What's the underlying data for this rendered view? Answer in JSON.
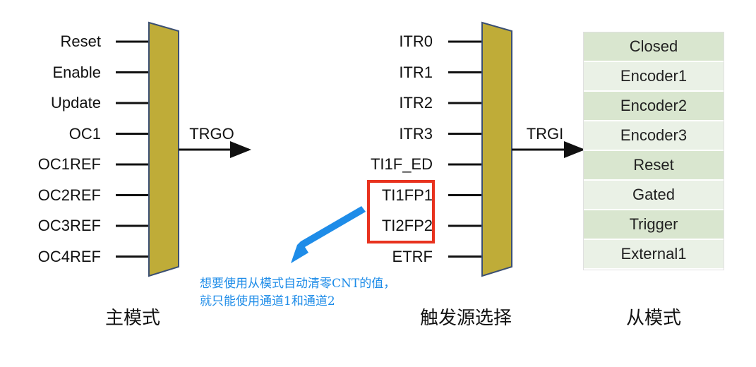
{
  "colors": {
    "mux_fill": "#bfac38",
    "mux_stroke": "#3b4f73",
    "highlight": "#e8321e",
    "annotation": "#1e8ce8",
    "mode_odd": "#d9e6cf",
    "mode_even": "#eaf1e6"
  },
  "master": {
    "inputs": [
      "Reset",
      "Enable",
      "Update",
      "OC1",
      "OC1REF",
      "OC2REF",
      "OC3REF",
      "OC4REF"
    ],
    "output_label": "TRGO",
    "caption": "主模式"
  },
  "trigger": {
    "inputs": [
      "ITR0",
      "ITR1",
      "ITR2",
      "ITR3",
      "TI1F_ED",
      "TI1FP1",
      "TI2FP2",
      "ETRF"
    ],
    "output_label": "TRGI",
    "caption": "触发源选择"
  },
  "slave": {
    "modes": [
      "Closed",
      "Encoder1",
      "Encoder2",
      "Encoder3",
      "Reset",
      "Gated",
      "Trigger",
      "External1"
    ],
    "caption": "从模式"
  },
  "annotation": {
    "line1": "想要使用从模式自动清零CNT的值，",
    "line2": "就只能使用通道1和通道2"
  }
}
